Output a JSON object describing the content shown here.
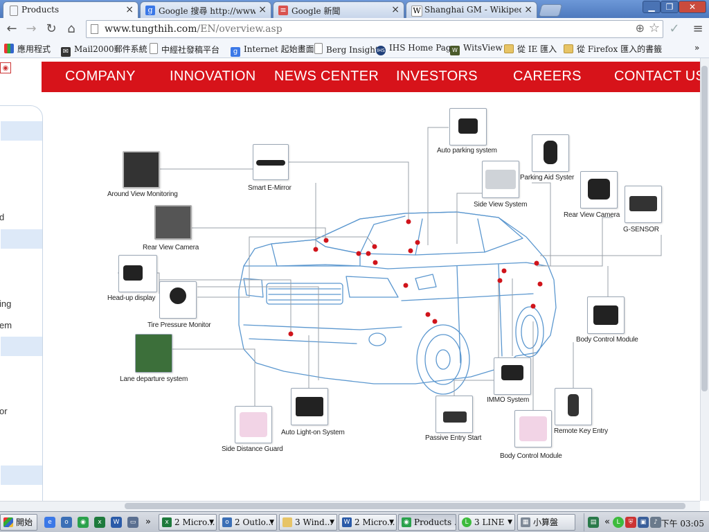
{
  "browser": {
    "tabs": [
      {
        "label": "Products",
        "icon": "page-icon",
        "active": true
      },
      {
        "label": "Google 搜尋 http://www.autom",
        "icon": "google-icon"
      },
      {
        "label": "Google 新聞",
        "icon": "news-icon"
      },
      {
        "label": "Shanghai GM - Wikipedia, th",
        "icon": "wikipedia-icon"
      }
    ],
    "url_host": "www.tungthih.com",
    "url_path": "/EN/overview.asp",
    "bookmarks": [
      {
        "label": "應用程式",
        "icon": "apps-icon"
      },
      {
        "label": "Mail2000郵件系統",
        "icon": "mail-icon"
      },
      {
        "label": "中經社發稿平台",
        "icon": "page-icon"
      },
      {
        "label": "Internet 起始畫面",
        "icon": "google-icon"
      },
      {
        "label": "Berg Insight",
        "icon": "page-icon"
      },
      {
        "label": "IHS Home Page",
        "icon": "ihs-icon"
      },
      {
        "label": "WitsView",
        "icon": "wits-icon"
      },
      {
        "label": "從 IE 匯入",
        "icon": "folder-icon"
      },
      {
        "label": "從 Firefox 匯入的書籤",
        "icon": "folder-icon"
      }
    ],
    "bookmarks_overflow": "»"
  },
  "site": {
    "nav": [
      "COMPANY",
      "INNOVATION",
      "NEWS CENTER",
      "INVESTORS",
      "CAREERS",
      "CONTACT US"
    ],
    "sidebar_fragments": [
      "d",
      "ing",
      "em",
      "or"
    ]
  },
  "diagram": {
    "components": [
      "Around View Monitoring",
      "Smart E-Mirror",
      "Auto parking system",
      "Parking Aid Syster",
      "Side View System",
      "Rear View Camera",
      "Rear View Camera",
      "G-SENSOR",
      "Head-up display",
      "Tire Pressure Monitor",
      "Body Control Module",
      "Lane departure system",
      "IMMO System",
      "Remote Key Entry",
      "Passive Entry Start",
      "Body Control Module",
      "Auto Light-on System",
      "Side Distance Guard"
    ]
  },
  "taskbar": {
    "start": "開始",
    "overflow": "»",
    "buttons": [
      {
        "label": "2 Micro...",
        "icon": "excel-icon"
      },
      {
        "label": "2 Outlo...",
        "icon": "outlook-icon"
      },
      {
        "label": "3 Wind...",
        "icon": "folder-icon"
      },
      {
        "label": "2 Micro...",
        "icon": "word-icon"
      },
      {
        "label": "Products ...",
        "icon": "chrome-icon"
      },
      {
        "label": "3 LINE",
        "icon": "line-icon"
      },
      {
        "label": "小算盤",
        "icon": "calculator-icon"
      }
    ],
    "tray_overflow": "«",
    "clock": "下午 03:05"
  }
}
